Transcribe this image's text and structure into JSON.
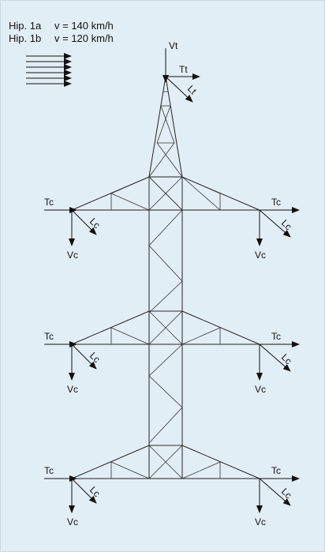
{
  "header": {
    "line1_label": "Hip. 1a",
    "line1_value": "v = 140 km/h",
    "line2_label": "Hip. 1b",
    "line2_value": "v = 120 km/h"
  },
  "labels": {
    "vt": "Vt",
    "tt": "Tt",
    "lt": "Lt",
    "tc": "Tc",
    "lc": "Lc",
    "vc": "Vc"
  },
  "colors": {
    "background": "#e2eef5",
    "line": "#222222"
  }
}
